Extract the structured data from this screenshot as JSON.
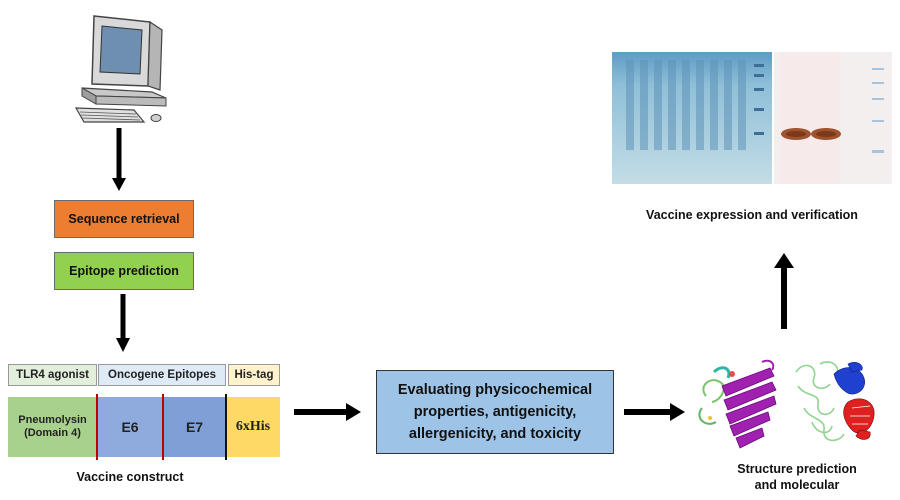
{
  "steps": {
    "sequence_retrieval": "Sequence retrieval",
    "epitope_prediction": "Epitope prediction",
    "evaluation": [
      "Evaluating physicochemical",
      "properties, antigenicity,",
      "allergenicity, and toxicity"
    ]
  },
  "construct": {
    "headers": [
      "TLR4 agonist",
      "Oncogene Epitopes",
      "His-tag"
    ],
    "segments": [
      "Pneumolysin",
      "(Domain 4)",
      "E6",
      "E7",
      "6xHis"
    ],
    "caption": "Vaccine construct"
  },
  "captions": {
    "structure": [
      "Structure prediction",
      "and molecular"
    ],
    "expression": "Vaccine expression and verification"
  },
  "colors": {
    "sequence_box": "#ed7d31",
    "epitope_box": "#92d050",
    "eval_box": "#9dc3e6",
    "pneumolysin": "#a9d18e",
    "e6": "#8faadc",
    "e7": "#7f9fd6",
    "his": "#ffd966",
    "header_tlr4": "#e2efda",
    "header_onco": "#deebf7",
    "header_his": "#fff2cc",
    "divider_red": "#c00000",
    "gel_blue": "#9ec9dc",
    "band_brown": "#a0522d"
  }
}
